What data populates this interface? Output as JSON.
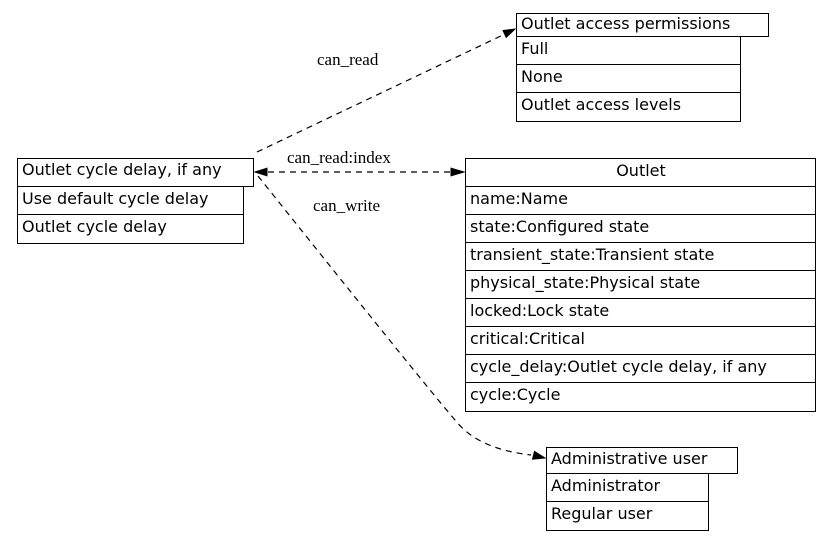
{
  "diagram": {
    "cycle_delay_table": {
      "title": "Outlet cycle delay, if any",
      "rows": [
        "Use default cycle delay",
        "Outlet cycle delay"
      ]
    },
    "permissions_table": {
      "title": "Outlet access permissions",
      "rows": [
        "Full",
        "None",
        "Outlet access levels"
      ]
    },
    "outlet_table": {
      "title": "Outlet",
      "rows": [
        "name:Name",
        "state:Configured state",
        "transient_state:Transient state",
        "physical_state:Physical state",
        "locked:Lock state",
        "critical:Critical",
        "cycle_delay:Outlet cycle delay, if any",
        "cycle:Cycle"
      ]
    },
    "admin_table": {
      "title": "Administrative user",
      "rows": [
        "Administrator",
        "Regular user"
      ]
    },
    "edges": {
      "can_read": {
        "label": "can_read"
      },
      "can_read_index": {
        "label": "can_read:index"
      },
      "can_write": {
        "label": "can_write"
      }
    },
    "colors": {
      "line": "#000000",
      "background": "#ffffff",
      "text": "#000000"
    }
  }
}
